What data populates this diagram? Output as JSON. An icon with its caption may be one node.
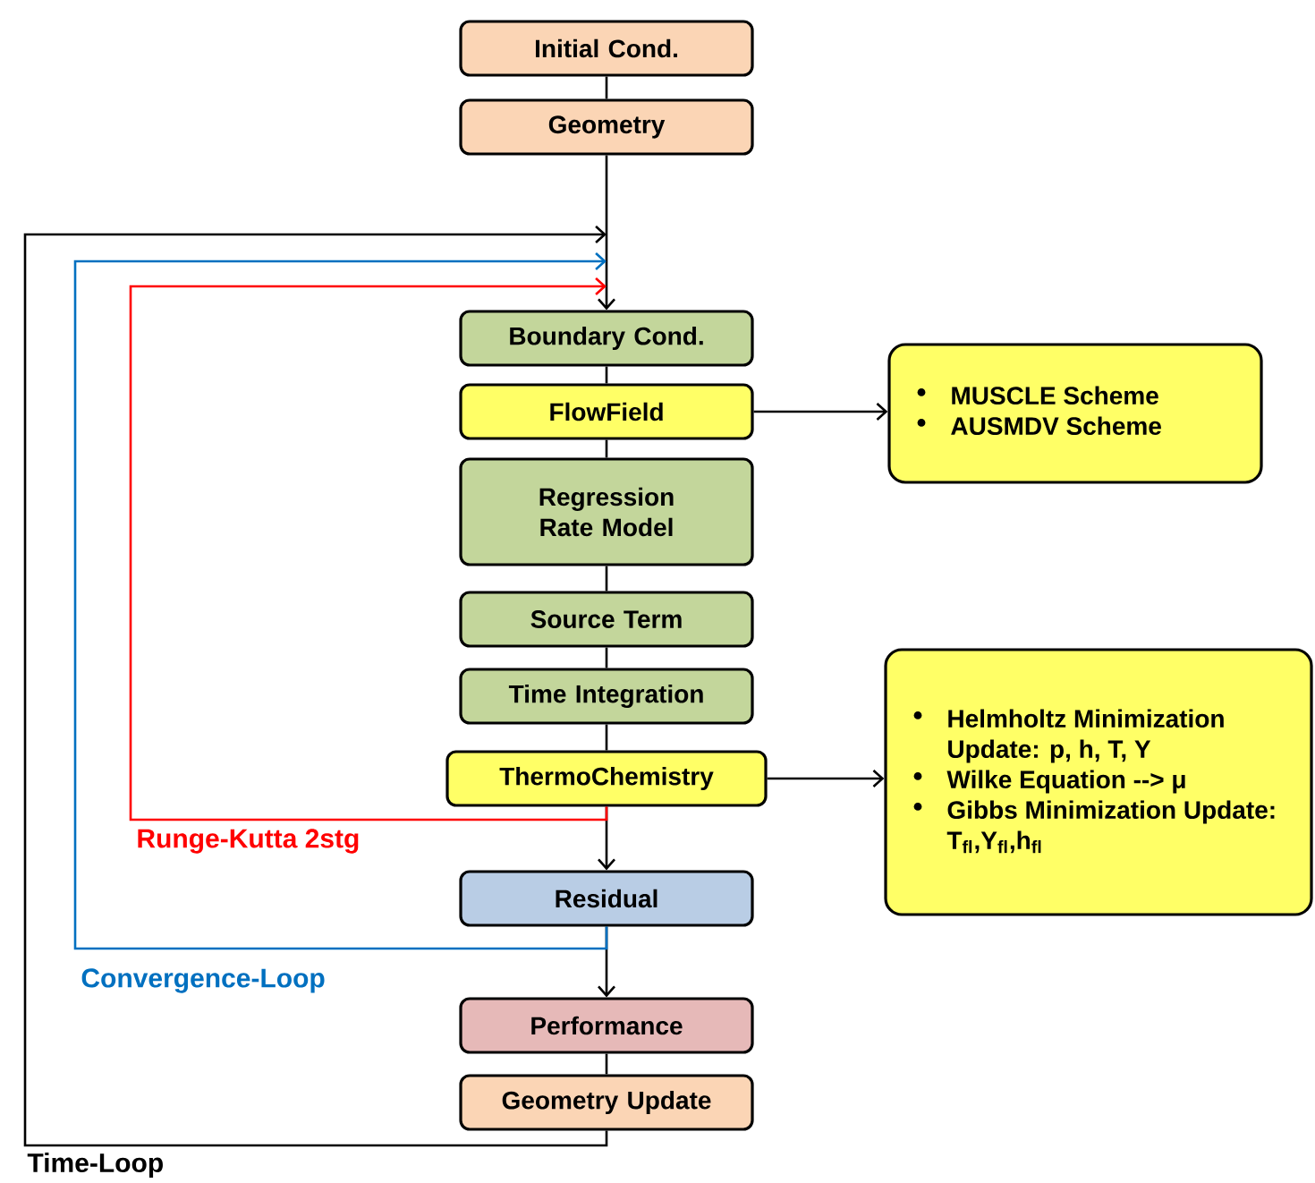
{
  "diagram": {
    "nodes": [
      {
        "text": [
          "Initial Cond."
        ]
      },
      {
        "text": [
          "Geometry"
        ]
      },
      {
        "text": [
          "Boundary Cond."
        ]
      },
      {
        "text": [
          "FlowField"
        ]
      },
      {
        "text": [
          "Regression Rate Model"
        ]
      },
      {
        "text": [
          "Source Term"
        ]
      },
      {
        "text": [
          "Time Integration"
        ]
      },
      {
        "text": [
          "ThermoChemistry"
        ]
      },
      {
        "text": [
          "Residual"
        ]
      },
      {
        "text": [
          "Performance"
        ]
      },
      {
        "text": [
          "Geometry Update"
        ]
      },
      {
        "text": [
          "MUSCLE Scheme",
          "AUSMDV Scheme"
        ]
      },
      {
        "text": [
          "Helmholtz Minimization Update: p, h, T, Y",
          "Wilke Equation  -->  μ",
          "Gibbs Minimization Update: T$_{fl}$,Y$_{fl}$,h$_{fl}$"
        ]
      }
    ],
    "edges": [
      {
        "from": 0,
        "to": 1,
        "arrow": "none"
      },
      {
        "from": 1,
        "to": 2,
        "arrow": "to"
      },
      {
        "from": 2,
        "to": 3,
        "arrow": "none"
      },
      {
        "from": 3,
        "to": 4,
        "arrow": "none"
      },
      {
        "from": 4,
        "to": 5,
        "arrow": "none"
      },
      {
        "from": 5,
        "to": 6,
        "arrow": "none"
      },
      {
        "from": 6,
        "to": 7,
        "arrow": "none"
      },
      {
        "from": 7,
        "to": 8,
        "arrow": "to"
      },
      {
        "from": 8,
        "to": 9,
        "arrow": "to"
      },
      {
        "from": 9,
        "to": 10,
        "arrow": "none"
      },
      {
        "from": 3,
        "to": 11,
        "arrow": "to"
      },
      {
        "from": 7,
        "to": 12,
        "arrow": "to"
      },
      {
        "from": 7,
        "to": 2,
        "arrow": "to",
        "label": "Runge-Kutta 2stg",
        "color": "#ff0000"
      },
      {
        "from": 8,
        "to": 2,
        "arrow": "to",
        "label": "Convergence-Loop",
        "color": "#0070c0"
      },
      {
        "from": 10,
        "to": 2,
        "arrow": "to",
        "label": "Time-Loop"
      }
    ]
  }
}
